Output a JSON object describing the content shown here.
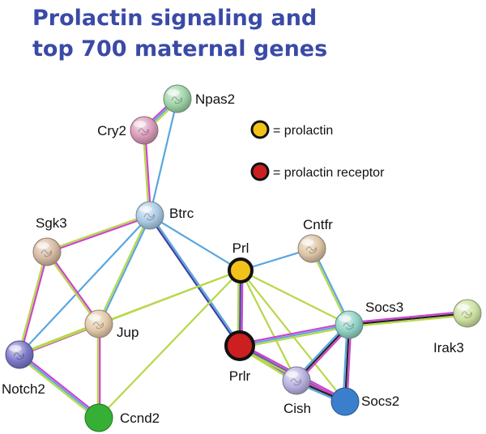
{
  "title": {
    "line1": "Prolactin signaling and",
    "line2": "top 700 maternal genes"
  },
  "legend": [
    {
      "key": "prolactin",
      "label": "= prolactin",
      "color": "#f2c21a"
    },
    {
      "key": "receptor",
      "label": "= prolactin receptor",
      "color": "#cc1f1f"
    }
  ],
  "nodes": [
    {
      "id": "Npas2",
      "label": "Npas2",
      "color": "#9fd2a8"
    },
    {
      "id": "Cry2",
      "label": "Cry2",
      "color": "#d89ab8"
    },
    {
      "id": "Btrc",
      "label": "Btrc",
      "color": "#a9c9e4"
    },
    {
      "id": "Sgk3",
      "label": "Sgk3",
      "color": "#d6b9a3"
    },
    {
      "id": "Cntfr",
      "label": "Cntfr",
      "color": "#dcc4a4"
    },
    {
      "id": "Prl",
      "label": "Prl",
      "color": "#f2c21a"
    },
    {
      "id": "Jup",
      "label": "Jup",
      "color": "#e2c9a8"
    },
    {
      "id": "Socs3",
      "label": "Socs3",
      "color": "#8fd2c4"
    },
    {
      "id": "Irak3",
      "label": "Irak3",
      "color": "#cce0a0"
    },
    {
      "id": "Notch2",
      "label": "Notch2",
      "color": "#7d78c9"
    },
    {
      "id": "Prlr",
      "label": "Prlr",
      "color": "#cc1f1f"
    },
    {
      "id": "Cish",
      "label": "Cish",
      "color": "#b8b0df"
    },
    {
      "id": "Socs2",
      "label": "Socs2",
      "color": "#3b7fcc"
    },
    {
      "id": "Ccnd2",
      "label": "Ccnd2",
      "color": "#35b035"
    }
  ],
  "edges": [
    {
      "a": "Cry2",
      "b": "Npas2",
      "colors": [
        "#cc44cc",
        "#5aa6e0",
        "#b7d84a"
      ]
    },
    {
      "a": "Npas2",
      "b": "Btrc",
      "colors": [
        "#5aa6e0"
      ]
    },
    {
      "a": "Cry2",
      "b": "Btrc",
      "colors": [
        "#cc44cc",
        "#b7d84a"
      ]
    },
    {
      "a": "Btrc",
      "b": "Sgk3",
      "colors": [
        "#cc44cc",
        "#b7d84a"
      ]
    },
    {
      "a": "Btrc",
      "b": "Jup",
      "colors": [
        "#5aa6e0",
        "#b7d84a"
      ]
    },
    {
      "a": "Btrc",
      "b": "Notch2",
      "colors": [
        "#5aa6e0"
      ]
    },
    {
      "a": "Btrc",
      "b": "Prl",
      "colors": [
        "#5aa6e0"
      ]
    },
    {
      "a": "Btrc",
      "b": "Prlr",
      "colors": [
        "#5aa6e0",
        "#3b3fa0"
      ]
    },
    {
      "a": "Sgk3",
      "b": "Jup",
      "colors": [
        "#cc44cc",
        "#b7d84a"
      ]
    },
    {
      "a": "Sgk3",
      "b": "Notch2",
      "colors": [
        "#cc44cc",
        "#b7d84a"
      ]
    },
    {
      "a": "Jup",
      "b": "Notch2",
      "colors": [
        "#cc44cc",
        "#b7d84a"
      ]
    },
    {
      "a": "Notch2",
      "b": "Ccnd2",
      "colors": [
        "#cc44cc",
        "#5aa6e0",
        "#b7d84a"
      ]
    },
    {
      "a": "Jup",
      "b": "Ccnd2",
      "colors": [
        "#cc44cc",
        "#b7d84a"
      ]
    },
    {
      "a": "Prl",
      "b": "Jup",
      "colors": [
        "#b7d84a"
      ]
    },
    {
      "a": "Prl",
      "b": "Notch2",
      "colors": [
        "#b7d84a"
      ]
    },
    {
      "a": "Prl",
      "b": "Ccnd2",
      "colors": [
        "#b7d84a"
      ]
    },
    {
      "a": "Prl",
      "b": "Cntfr",
      "colors": [
        "#5aa6e0"
      ]
    },
    {
      "a": "Prl",
      "b": "Prlr",
      "colors": [
        "#cc44cc",
        "#3b3fa0",
        "#b7d84a"
      ]
    },
    {
      "a": "Prl",
      "b": "Socs3",
      "colors": [
        "#b7d84a"
      ]
    },
    {
      "a": "Prl",
      "b": "Cish",
      "colors": [
        "#b7d84a"
      ]
    },
    {
      "a": "Prl",
      "b": "Socs2",
      "colors": [
        "#b7d84a"
      ]
    },
    {
      "a": "Cntfr",
      "b": "Socs3",
      "colors": [
        "#5aa6e0",
        "#b7d84a"
      ]
    },
    {
      "a": "Prlr",
      "b": "Socs3",
      "colors": [
        "#cc44cc",
        "#5aa6e0",
        "#b7d84a"
      ]
    },
    {
      "a": "Prlr",
      "b": "Cish",
      "colors": [
        "#cc44cc",
        "#6b5fb0",
        "#b7d84a"
      ]
    },
    {
      "a": "Prlr",
      "b": "Socs2",
      "colors": [
        "#cc44cc",
        "#6b5fb0",
        "#b7d84a"
      ]
    },
    {
      "a": "Socs3",
      "b": "Irak3",
      "colors": [
        "#cc44cc",
        "#222222",
        "#b7d84a"
      ]
    },
    {
      "a": "Socs3",
      "b": "Cish",
      "colors": [
        "#cc44cc",
        "#222222",
        "#5aa6e0"
      ]
    },
    {
      "a": "Socs3",
      "b": "Socs2",
      "colors": [
        "#cc44cc",
        "#222222",
        "#5aa6e0"
      ]
    },
    {
      "a": "Cish",
      "b": "Socs2",
      "colors": [
        "#cc44cc",
        "#222222",
        "#5aa6e0"
      ]
    }
  ]
}
